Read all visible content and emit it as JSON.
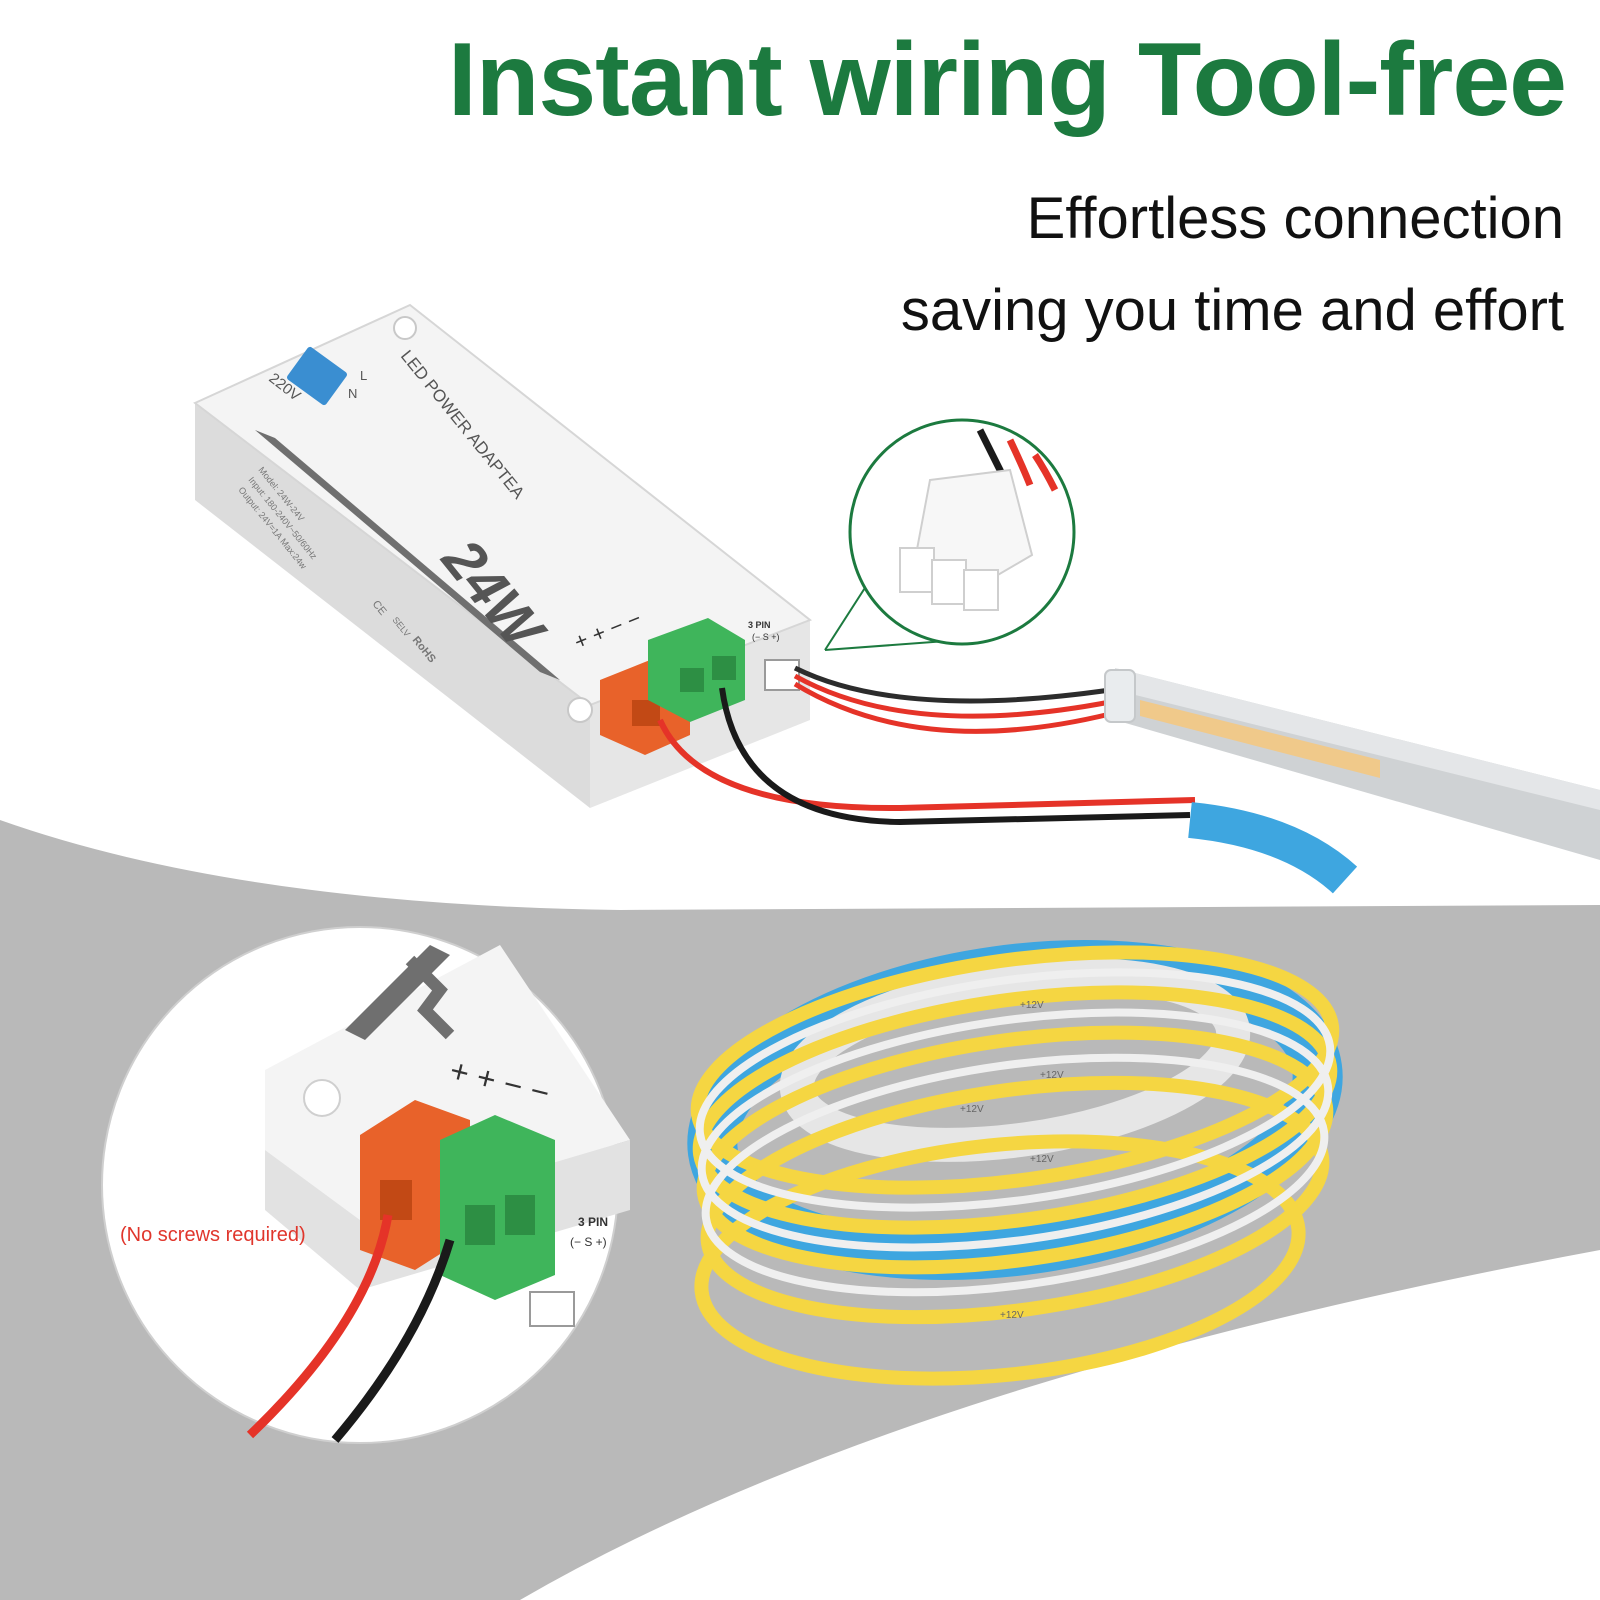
{
  "headline": "Instant wiring Tool-free",
  "subheadline": [
    "Effortless connection",
    "saving you time and effort"
  ],
  "adapter": {
    "brand": "LED POWER ADAPTEA",
    "power_mark": "24W",
    "switch_voltage": "220V",
    "switch_l": "L",
    "switch_n": "N",
    "spec_model": "Model: 24W-24V",
    "spec_input": "Input: 180-240V~50/60Hz",
    "spec_output": "Output: 24V=1A  Max:24w",
    "terminal_labels": "+ + − −",
    "port_label": "3 PIN",
    "port_signs": "(− S +)",
    "cert_marks": [
      "CE",
      "SELV",
      "RoHS"
    ]
  },
  "strip": {
    "marking": "+12V"
  },
  "callout": {
    "terminal_labels": "+ + − −",
    "port_label": "3 PIN",
    "port_signs": "(− S +)",
    "note": "(No screws required)"
  },
  "colors": {
    "brand_green": "#1c7a3f",
    "terminal_orange": "#e8622a",
    "terminal_green": "#3fb55b",
    "wire_red": "#e53328",
    "wire_black": "#1a1a1a",
    "strip_yellow": "#f5d642",
    "reel_blue": "#3ea6e0",
    "note_red": "#e0362c"
  }
}
